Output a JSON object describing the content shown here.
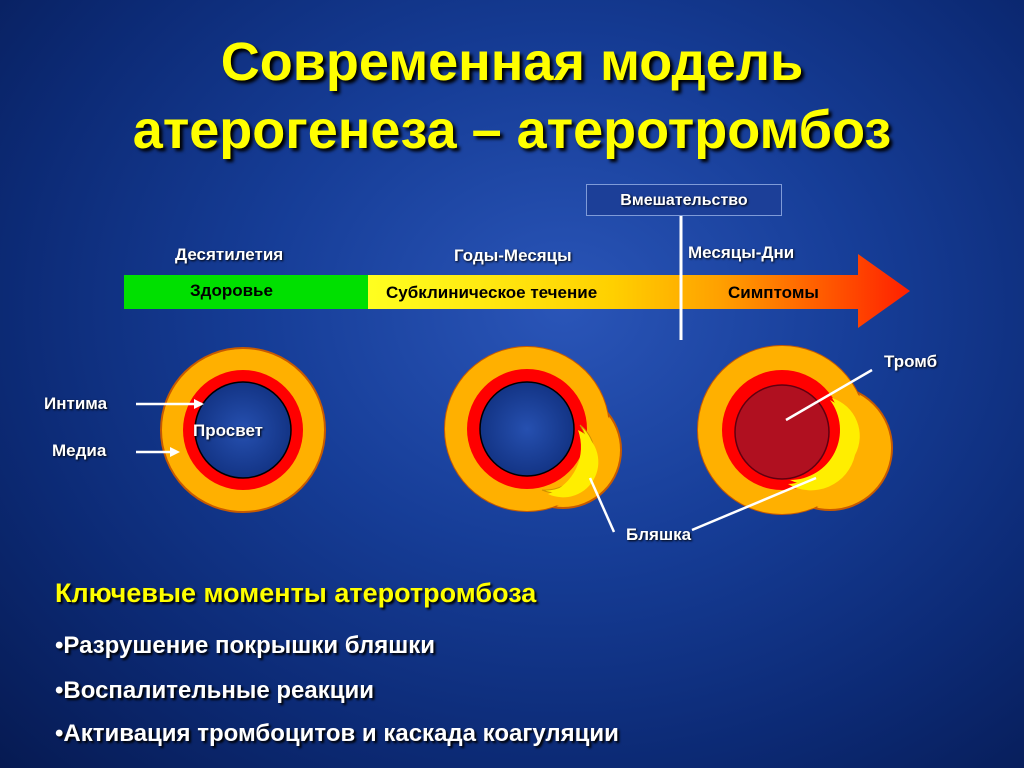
{
  "title": {
    "line1": "Современная модель",
    "line2": "атерогенеза – атеротромбоз"
  },
  "timeline": {
    "intervention_label": "Вмешательство",
    "periods": [
      "Десятилетия",
      "Годы-Месяцы",
      "Месяцы-Дни"
    ],
    "stages": [
      "Здоровье",
      "Субклиническое течение",
      "Симптомы"
    ]
  },
  "anatomy_labels": {
    "intima": "Интима",
    "media": "Медиа",
    "lumen": "Просвет",
    "thrombus": "Тромб",
    "plaque": "Бляшка"
  },
  "key_points": {
    "heading": "Ключевые моменты атеротромбоза",
    "items": [
      "•Разрушение покрышки бляшки",
      "•Воспалительные реакции",
      "•Активация тромбоцитов и каскада коагуляции"
    ]
  },
  "colors": {
    "title_yellow": "#ffff00",
    "health_green": "#00e000",
    "adventitia_orange": "#ffb000",
    "media_red": "#ff0000",
    "plaque_yellow": "#ffee00",
    "thrombus_dark_red": "#b01020",
    "lumen_blue": "#1a3f9a"
  }
}
